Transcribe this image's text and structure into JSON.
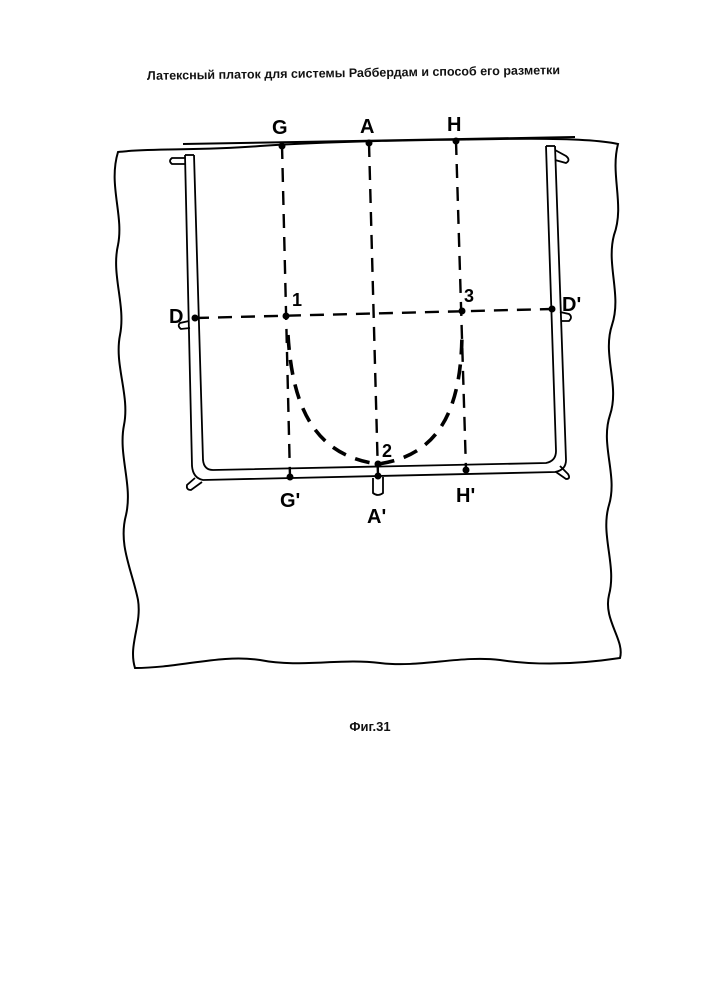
{
  "document": {
    "title": "Латексный платок для системы Раббердам и способ его разметки",
    "caption": "Фиг.31"
  },
  "figure": {
    "labels": {
      "top_left": "G",
      "top_center": "A",
      "top_right": "H",
      "left": "D",
      "right": "D'",
      "bottom_left": "G'",
      "bottom_center": "A'",
      "bottom_right": "H'"
    },
    "points": {
      "p1": "1",
      "p2": "2",
      "p3": "3"
    }
  }
}
